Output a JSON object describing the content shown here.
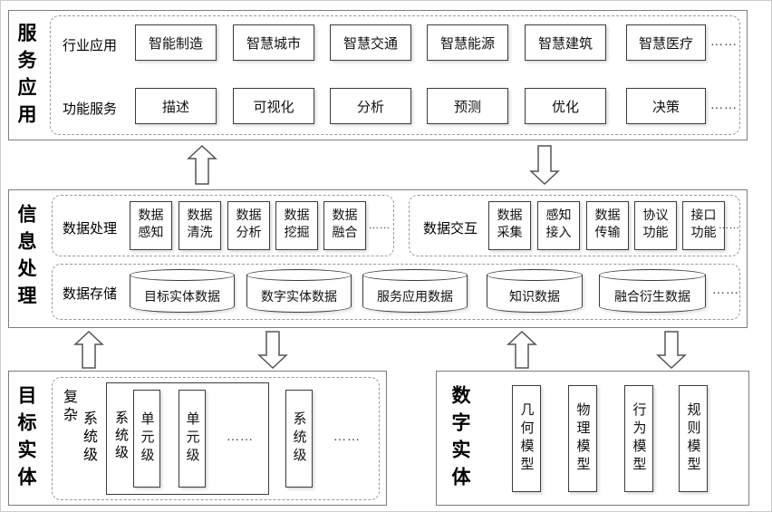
{
  "ellipsis": "……",
  "colors": {
    "panel_border": "#7d7d7d",
    "box_border": "#3c3c3c",
    "dashed_border": "#9a9a9a",
    "background": "#ffffff",
    "text": "#111111"
  },
  "icons": {
    "up_arrow": "block-arrow-up",
    "down_arrow": "block-arrow-down"
  },
  "service_layer": {
    "title": "服务应用",
    "industry": {
      "label": "行业应用",
      "items": [
        "智能制造",
        "智慧城市",
        "智慧交通",
        "智慧能源",
        "智慧建筑",
        "智慧医疗"
      ]
    },
    "function": {
      "label": "功能服务",
      "items": [
        "描述",
        "可视化",
        "分析",
        "预测",
        "优化",
        "决策"
      ]
    }
  },
  "info_layer": {
    "title": "信息处理",
    "processing": {
      "label": "数据处理",
      "items": [
        "数据感知",
        "数据清洗",
        "数据分析",
        "数据挖掘",
        "数据融合"
      ]
    },
    "interaction": {
      "label": "数据交互",
      "items": [
        "数据采集",
        "感知接入",
        "数据传输",
        "协议功能",
        "接口功能"
      ]
    },
    "storage": {
      "label": "数据存储",
      "items": [
        "目标实体数据",
        "数字实体数据",
        "服务应用数据",
        "知识数据",
        "融合衍生数据"
      ]
    }
  },
  "target_layer": {
    "title": "目标实体",
    "complex_top": "复杂",
    "complex_bottom": "系统级",
    "system_inner_label": "系统级",
    "units": [
      "单元级",
      "单元级"
    ],
    "system_outer_label": "系统级"
  },
  "digital_layer": {
    "title": "数字实体",
    "models": [
      "几何模型",
      "物理模型",
      "行为模型",
      "规则模型"
    ]
  }
}
